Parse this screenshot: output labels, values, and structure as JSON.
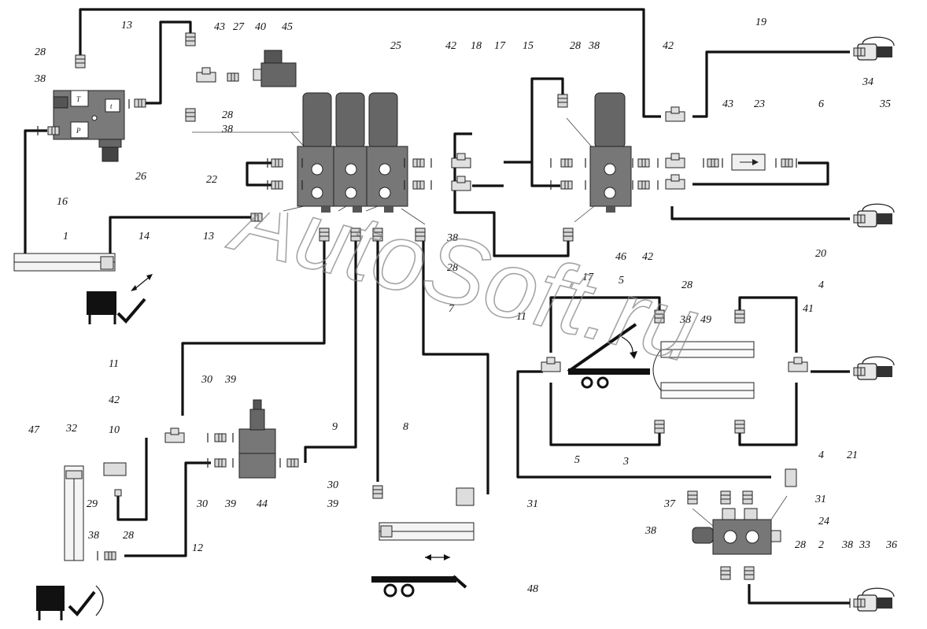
{
  "diagram": {
    "labels": [
      "1",
      "2",
      "3",
      "4",
      "4",
      "5",
      "5",
      "6",
      "7",
      "8",
      "9",
      "10",
      "11",
      "11",
      "12",
      "13",
      "13",
      "14",
      "15",
      "16",
      "17",
      "17",
      "18",
      "19",
      "20",
      "21",
      "22",
      "23",
      "24",
      "25",
      "26",
      "27",
      "28",
      "28",
      "28",
      "28",
      "28",
      "28",
      "28",
      "29",
      "30",
      "30",
      "30",
      "31",
      "31",
      "32",
      "33",
      "34",
      "35",
      "36",
      "37",
      "38",
      "38",
      "38",
      "38",
      "38",
      "38",
      "38",
      "38",
      "39",
      "39",
      "39",
      "40",
      "41",
      "42",
      "42",
      "42",
      "42",
      "43",
      "43",
      "44",
      "45",
      "46",
      "47",
      "48",
      "49"
    ],
    "valve_ports": [
      "T",
      "t",
      "P"
    ],
    "watermark": "AutoSoft.ru"
  }
}
